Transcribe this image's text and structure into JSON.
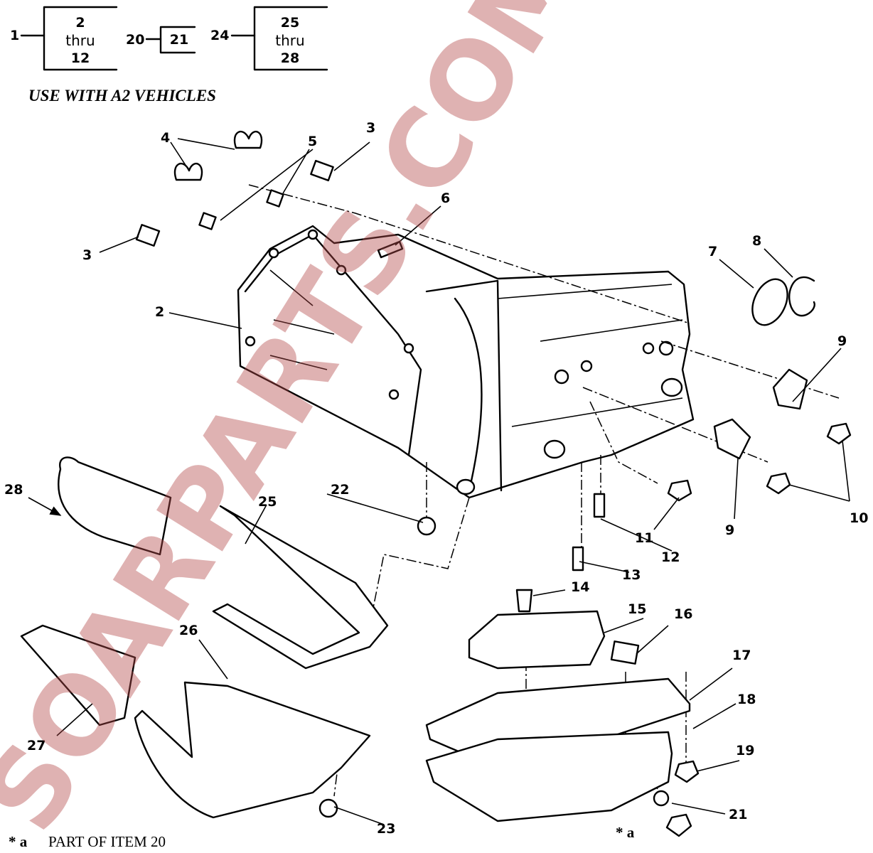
{
  "header": {
    "groups": [
      {
        "parent": "1",
        "top": "2",
        "mid": "thru",
        "bottom": "12"
      },
      {
        "parent": "20",
        "single": "21"
      },
      {
        "parent": "24",
        "top": "25",
        "mid": "thru",
        "bottom": "28"
      }
    ],
    "usage_note": "USE WITH A2 VEHICLES"
  },
  "callouts": [
    "2",
    "3",
    "3",
    "4",
    "5",
    "6",
    "7",
    "8",
    "9",
    "9",
    "10",
    "11",
    "12",
    "13",
    "14",
    "15",
    "16",
    "17",
    "18",
    "19",
    "21",
    "22",
    "23",
    "25",
    "26",
    "27",
    "28"
  ],
  "footnote": {
    "marker": "* a",
    "text": "PART OF ITEM 20",
    "pan_marker": "* a"
  },
  "watermark": "SOARPARTS.COM",
  "colors": {
    "line": "#000000",
    "watermark": "#b44a4a"
  }
}
